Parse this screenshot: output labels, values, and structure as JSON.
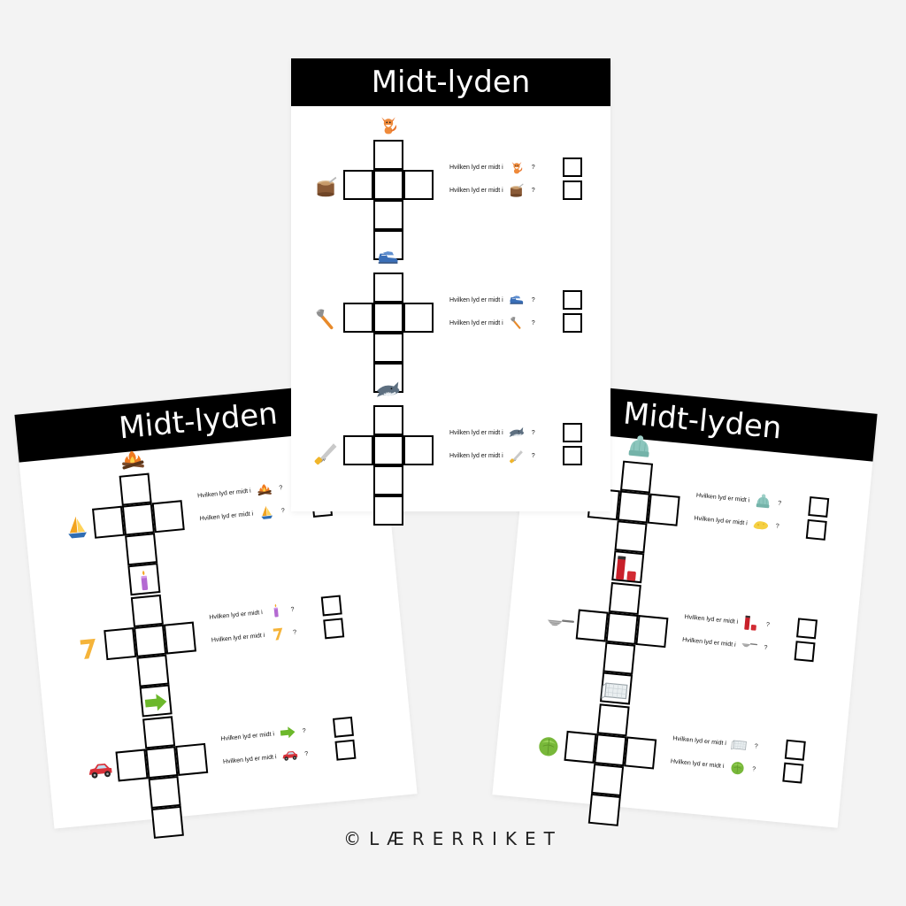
{
  "question_text": "Hvilken lyd er midt i",
  "question_mark": "?",
  "copyright": "©LÆRERRIKET",
  "sheets": [
    {
      "name": "sheet-middle",
      "title": "Midt-lyden",
      "rows": [
        {
          "top": "fox-icon",
          "left": "stump-icon"
        },
        {
          "top": "shoes-icon",
          "left": "axe-icon"
        },
        {
          "top": "shark-icon",
          "left": "saw-icon"
        }
      ]
    },
    {
      "name": "sheet-left",
      "title": "Midt-lyden",
      "rows": [
        {
          "top": "bonfire-icon",
          "left": "sailboat-icon"
        },
        {
          "top": "candle-icon",
          "left": "seven-icon"
        },
        {
          "top": "arrow-icon",
          "left": "car-icon"
        }
      ]
    },
    {
      "name": "sheet-right",
      "title": "Midt-lyden",
      "rows": [
        {
          "top": "beanie-icon",
          "left": "cheese-icon"
        },
        {
          "top": "thermos-icon",
          "left": "sieve-icon"
        },
        {
          "top": "goal-icon",
          "left": "cabbage-icon"
        }
      ]
    }
  ],
  "seven_label": "7"
}
